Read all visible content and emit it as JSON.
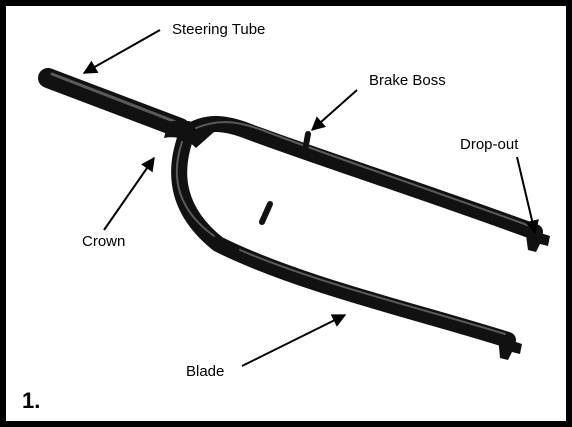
{
  "labels": {
    "steering_tube": "Steering Tube",
    "brake_boss": "Brake Boss",
    "drop_out": "Drop-out",
    "crown": "Crown",
    "blade": "Blade"
  },
  "figure_number": "1.",
  "colors": {
    "fork": "#111111",
    "fork_highlight": "#5a5a5a",
    "border": "#000000",
    "background": "#ffffff"
  }
}
